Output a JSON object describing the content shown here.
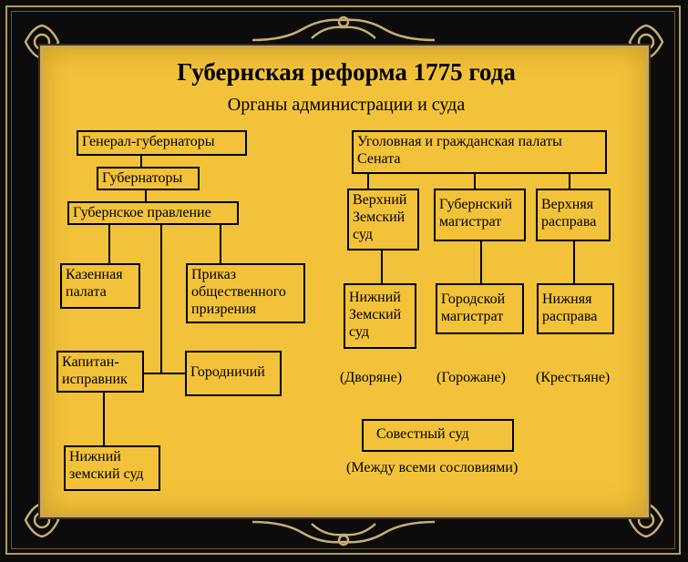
{
  "title": "Губернская реформа 1775 года",
  "subtitle": "Органы администрации и суда",
  "admin": {
    "gen_gubernator": "Генерал-губернаторы",
    "gubernatory": "Губернаторы",
    "pravlenie": "Губернское правление",
    "kazennaya": "Казенная\nпалата",
    "prikaz": "Приказ\nобщественного\nпризрения",
    "kapitan": "Капитан-\nисправник",
    "gorodnichiy": "Городничий",
    "nizhniy_zemsky": "Нижний\nземский суд"
  },
  "courts": {
    "senate": "Уголовная и гражданская палаты\nСената",
    "verkhniy_zemsky": "Верхний\nЗемский\nсуд",
    "gub_magistrat": "Губернский\nмагистрат",
    "verkhnyaya_rasprava": "Верхняя\nрасправа",
    "nizhniy_zemsky_sud": "Нижний\nЗемский\nсуд",
    "gorodskoy_magistrat": "Городской\nмагистрат",
    "nizhnyaya_rasprava": "Нижняя\nрасправа",
    "estate_dvoryane": "(Дворяне)",
    "estate_gorozhane": "(Горожане)",
    "estate_krestyane": "(Крестьяне)",
    "sovestny": "Совестный суд",
    "sovestny_note": "(Между всеми сословиями)"
  },
  "colors": {
    "panel": "#f2c23a",
    "frame": "#0c0c0c",
    "ornament": "#b79a63",
    "line": "#000000"
  }
}
